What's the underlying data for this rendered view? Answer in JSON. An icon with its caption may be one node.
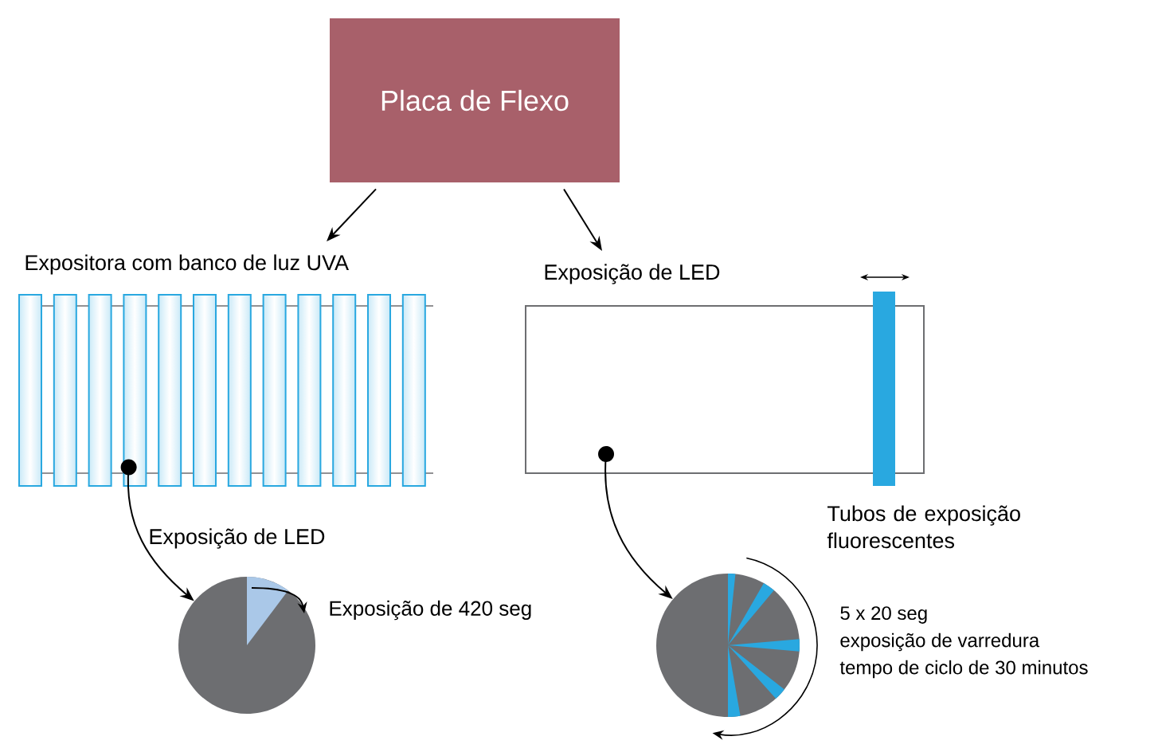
{
  "diagram": {
    "nodes": [
      {
        "text": [
          "Placa de Flexo"
        ]
      },
      {
        "text": [
          "Expositora com banco de luz UVA"
        ]
      },
      {
        "text": [
          "Exposição de LED"
        ],
        "beside": [
          "Tubos de exposição fluorescentes"
        ]
      },
      {
        "text": [],
        "shape": "circle",
        "beside": [
          "Exposição de 420 seg"
        ]
      },
      {
        "text": [],
        "shape": "circle",
        "beside": [
          "5 x 20 seg",
          "exposição de varredura",
          "tempo de ciclo de 30 minutos"
        ]
      }
    ],
    "edges": [
      {
        "from": 0,
        "to": 1,
        "arrow": "to"
      },
      {
        "from": 0,
        "to": 2,
        "arrow": "to"
      },
      {
        "from": 1,
        "to": 3,
        "arrow": "to",
        "label": "Exposição de LED"
      },
      {
        "from": 2,
        "to": 4,
        "arrow": "to"
      }
    ]
  }
}
